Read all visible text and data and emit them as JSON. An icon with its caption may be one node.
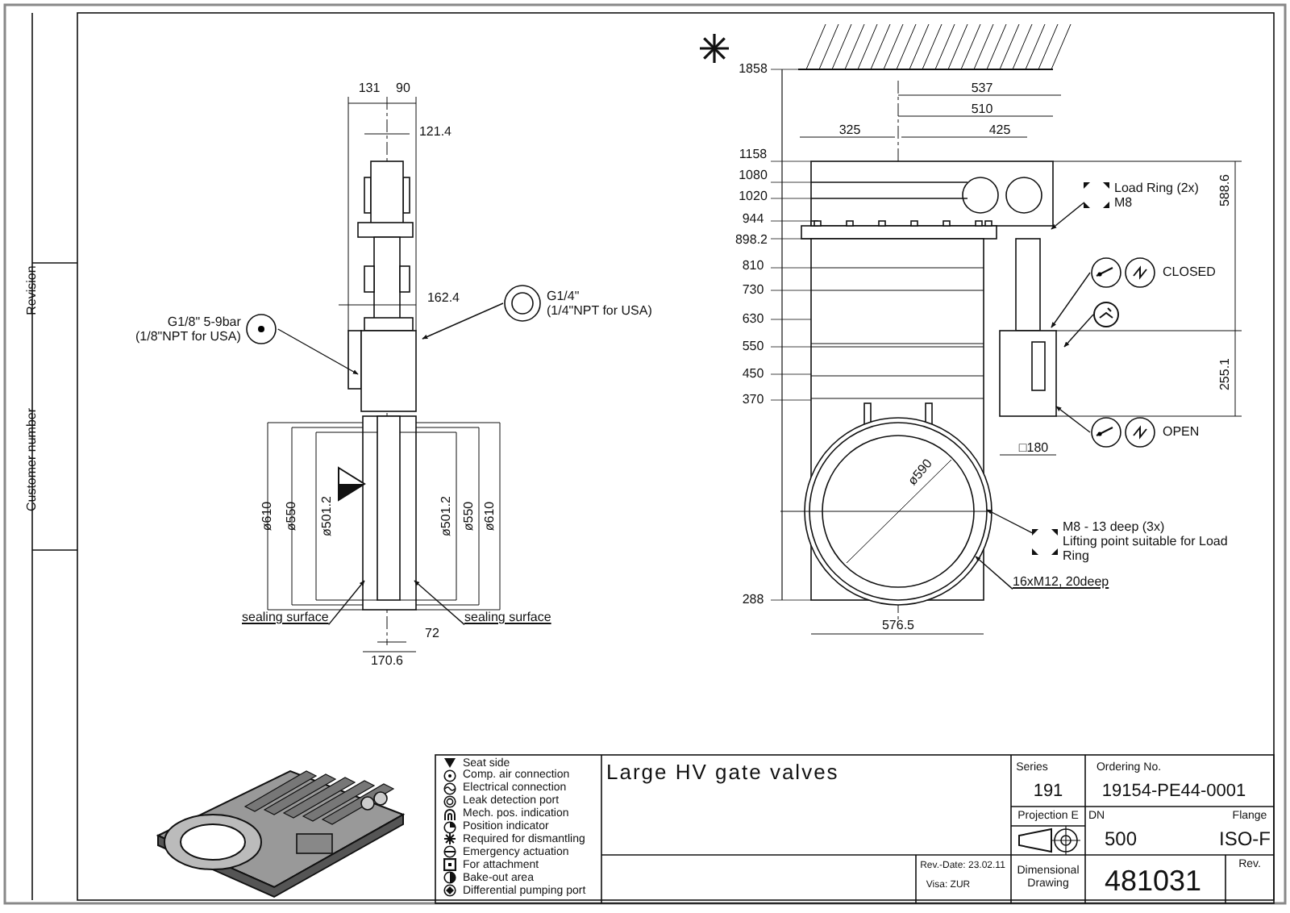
{
  "diagram": {
    "title": "Large HV gate valves",
    "nodes": [
      {
        "text": [
          "G1/8\" 5-9bar",
          "(1/8\"NPT for USA)"
        ]
      },
      {
        "text": [
          "G1/4\"",
          "(1/4\"NPT for USA)"
        ]
      },
      {
        "text": [
          "sealing surface"
        ]
      },
      {
        "text": [
          "sealing surface"
        ]
      },
      {
        "text": [
          "Load Ring (2x)",
          "M8"
        ]
      },
      {
        "text": [
          "CLOSED"
        ]
      },
      {
        "text": [],
        "shape": "circle"
      },
      {
        "text": [
          "OPEN"
        ]
      },
      {
        "text": [
          "M8 - 13 deep (3x)",
          "Lifting point suitable for Load Ring"
        ]
      },
      {
        "text": [
          "16xM12, 20deep"
        ]
      }
    ],
    "edges": [
      {
        "from": 0,
        "to": null,
        "arrow": "to"
      },
      {
        "from": 1,
        "to": null,
        "arrow": "to"
      },
      {
        "from": 2,
        "to": null,
        "arrow": "to"
      },
      {
        "from": 3,
        "to": null,
        "arrow": "to"
      },
      {
        "from": 4,
        "to": null,
        "arrow": "to"
      },
      {
        "from": 5,
        "to": null,
        "arrow": "to"
      },
      {
        "from": 6,
        "to": null,
        "arrow": "to"
      },
      {
        "from": 7,
        "to": null,
        "arrow": "to"
      },
      {
        "from": 8,
        "to": null,
        "arrow": "to"
      },
      {
        "from": 9,
        "to": null,
        "arrow": "to"
      }
    ],
    "labels": [
      "Revision",
      "Customer number",
      "131",
      "90",
      "121.4",
      "162.4",
      "ø610",
      "ø550",
      "ø501.2",
      "ø501.2",
      "ø550",
      "ø610",
      "72",
      "170.6",
      "1858",
      "537",
      "510",
      "325",
      "425",
      "1158",
      "1080",
      "1020",
      "944",
      "898.2",
      "588.6",
      "810",
      "730",
      "630",
      "550",
      "450",
      "370",
      "255.1",
      "□180",
      "ø590",
      "288",
      "576.5",
      "Series",
      "Ordering No.",
      "191",
      "19154-PE44-0001",
      "Projection E",
      "DN",
      "Flange",
      "500",
      "ISO-F",
      "Rev.-Date: 23.02.11",
      "Visa: ZUR",
      "Dimensional Drawing",
      "481031",
      "Rev."
    ],
    "legend": [
      {
        "text": "Seat side"
      },
      {
        "text": "Comp. air connection"
      },
      {
        "text": "Electrical connection"
      },
      {
        "text": "Leak detection port"
      },
      {
        "text": "Mech. pos. indication"
      },
      {
        "text": "Position indicator"
      },
      {
        "text": "Required for dismantling"
      },
      {
        "text": "Emergency actuation"
      },
      {
        "text": "For attachment"
      },
      {
        "text": "Bake-out area"
      },
      {
        "text": "Differential pumping port"
      }
    ]
  }
}
